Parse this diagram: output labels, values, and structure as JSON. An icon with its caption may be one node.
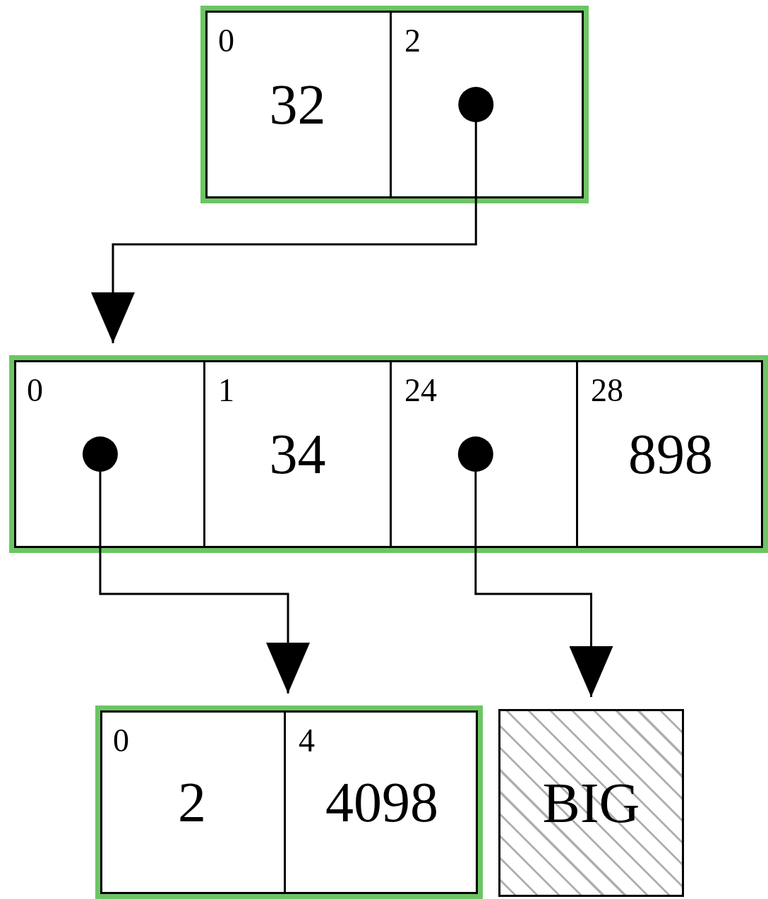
{
  "diagram": {
    "nodes": [
      {
        "text": [],
        "shape": "box"
      },
      {
        "text": [
          "0",
          "32"
        ],
        "in": 0
      },
      {
        "text": [
          "2"
        ],
        "in": 0
      },
      {
        "text": [],
        "shape": "box"
      },
      {
        "text": [
          "0"
        ],
        "in": 3
      },
      {
        "text": [
          "1",
          "34"
        ],
        "in": 3
      },
      {
        "text": [
          "24"
        ],
        "in": 3
      },
      {
        "text": [
          "28",
          "898"
        ],
        "in": 3
      },
      {
        "text": [],
        "shape": "box"
      },
      {
        "text": [
          "0",
          "2"
        ],
        "in": 8
      },
      {
        "text": [
          "4",
          "4098"
        ],
        "in": 8
      },
      {
        "text": [
          "BIG"
        ]
      }
    ],
    "edges": [
      {
        "from": 2,
        "to": 3,
        "arrow": "to"
      },
      {
        "from": 4,
        "to": 8,
        "arrow": "to"
      },
      {
        "from": 6,
        "to": 11,
        "arrow": "to"
      }
    ]
  }
}
